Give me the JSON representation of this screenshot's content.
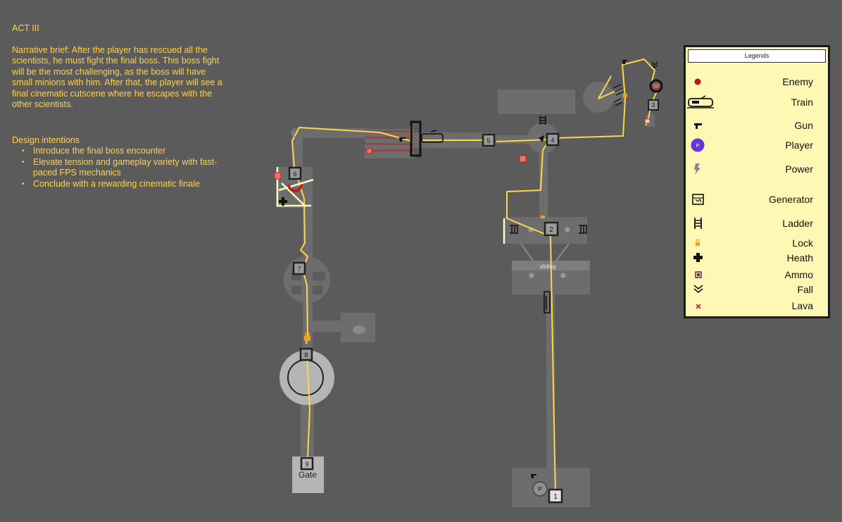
{
  "brief": {
    "act_title": "ACT III",
    "narrative": "Narrative brief: After the player has rescued all the scientists, he must fight the final boss. This boss fight will be the most challenging, as the boss will have small minions with him. After that, the player will see a final cinematic cutscene where he escapes with the other scientists.",
    "design_title": "Design intentions",
    "design_items": [
      "Introduce the final boss encounter",
      "Elevate tension and gameplay variety with fast-paced FPS mechanics",
      "Conclude with a rewarding cinematic finale"
    ]
  },
  "legend": {
    "title": "Legends",
    "items": [
      {
        "label": "Enemy",
        "icon": "enemy-icon"
      },
      {
        "label": "Train",
        "icon": "train-icon"
      },
      {
        "label": "Gun",
        "icon": "gun-icon"
      },
      {
        "label": "Player",
        "icon": "player-icon"
      },
      {
        "label": "Power",
        "icon": "power-icon"
      },
      {
        "label": "Generator",
        "icon": "generator-icon"
      },
      {
        "label": "Ladder",
        "icon": "ladder-icon"
      },
      {
        "label": "Lock",
        "icon": "lock-icon"
      },
      {
        "label": "Heath",
        "icon": "health-icon"
      },
      {
        "label": "Ammo",
        "icon": "ammo-icon"
      },
      {
        "label": "Fall",
        "icon": "fall-icon"
      },
      {
        "label": "Lava",
        "icon": "lava-icon"
      }
    ]
  },
  "map": {
    "checkpoints": [
      "1",
      "2",
      "3",
      "4",
      "5",
      "6",
      "7",
      "8",
      "9"
    ],
    "player_marker": "P",
    "sliding_label": "sliding",
    "gate_label": "Gate"
  },
  "colors": {
    "background": "#5b5b5b",
    "floor": "#6d6d6d",
    "floor_light": "#b5b5b5",
    "path": "#ffd54a",
    "text": "#ffd24a",
    "legend_bg": "#fff7b4",
    "enemy": "#c0141a",
    "lava": "#e05555",
    "player": "#6a35d8"
  }
}
